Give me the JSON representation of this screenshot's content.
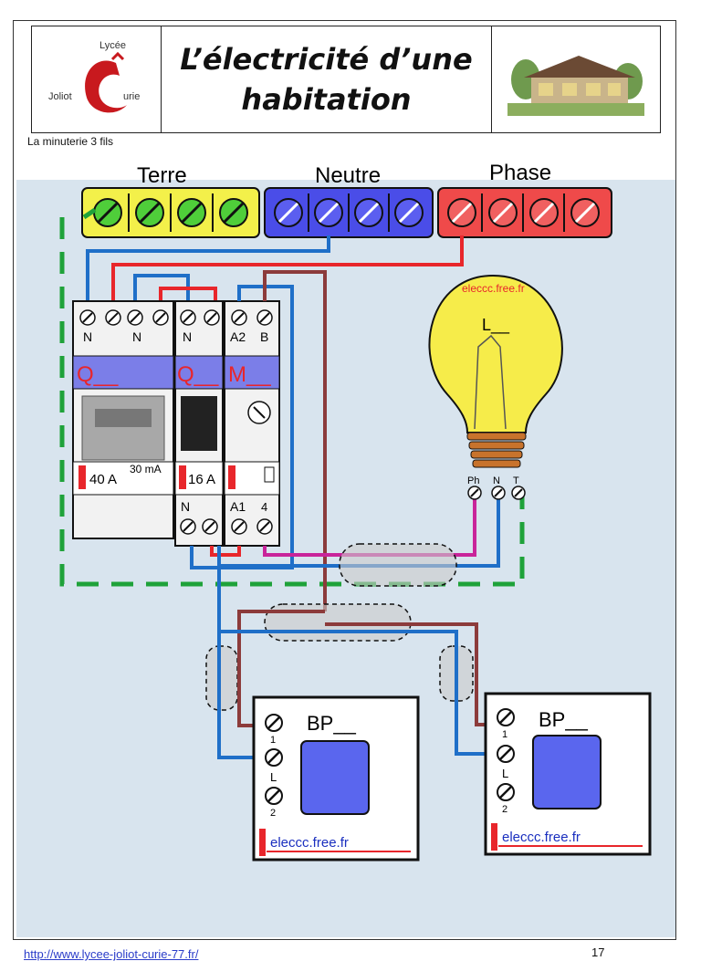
{
  "header": {
    "logo_top": "Lycée",
    "logo_left": "Joliot",
    "logo_right": "urie",
    "title_line1": "L’électricité d’une",
    "title_line2": "habitation"
  },
  "subtitle": "La minuterie 3 fils",
  "diagram": {
    "terre": "Terre",
    "neutre": "Neutre",
    "phase": "Phase",
    "breaker1": {
      "t1": "N",
      "t2": "N",
      "q": "Q__",
      "rating": "40 A",
      "sens": "30 mA"
    },
    "breaker2": {
      "t_top": "N",
      "q": "Q__",
      "rating": "16 A",
      "t_bottom": "N"
    },
    "timer": {
      "a2": "A2",
      "b": "B",
      "m": "M__",
      "a1": "A1",
      "four": "4"
    },
    "lamp": {
      "credit": "eleccc.free.fr",
      "label": "L__",
      "ph": "Ph",
      "n": "N",
      "t": "T"
    },
    "bp_left": {
      "label": "BP__",
      "t1": "1",
      "tl": "L",
      "t2": "2",
      "credit": "eleccc.free.fr"
    },
    "bp_right": {
      "label": "BP__",
      "t1": "1",
      "tl": "L",
      "t2": "2",
      "credit": "eleccc.free.fr"
    },
    "colors": {
      "earth": "#f3f04a",
      "neutral": "#4a4de8",
      "phase": "#ef4a4a",
      "wire_blue": "#1f6fc8",
      "wire_red": "#e8262b",
      "wire_brown": "#8c3b3b",
      "wire_pink": "#c9249a",
      "wire_green": "#1fa23a",
      "panel_bg": "#d8e4ee"
    }
  },
  "footer": {
    "link": "http://www.lycee-joliot-curie-77.fr/",
    "page": "17"
  }
}
